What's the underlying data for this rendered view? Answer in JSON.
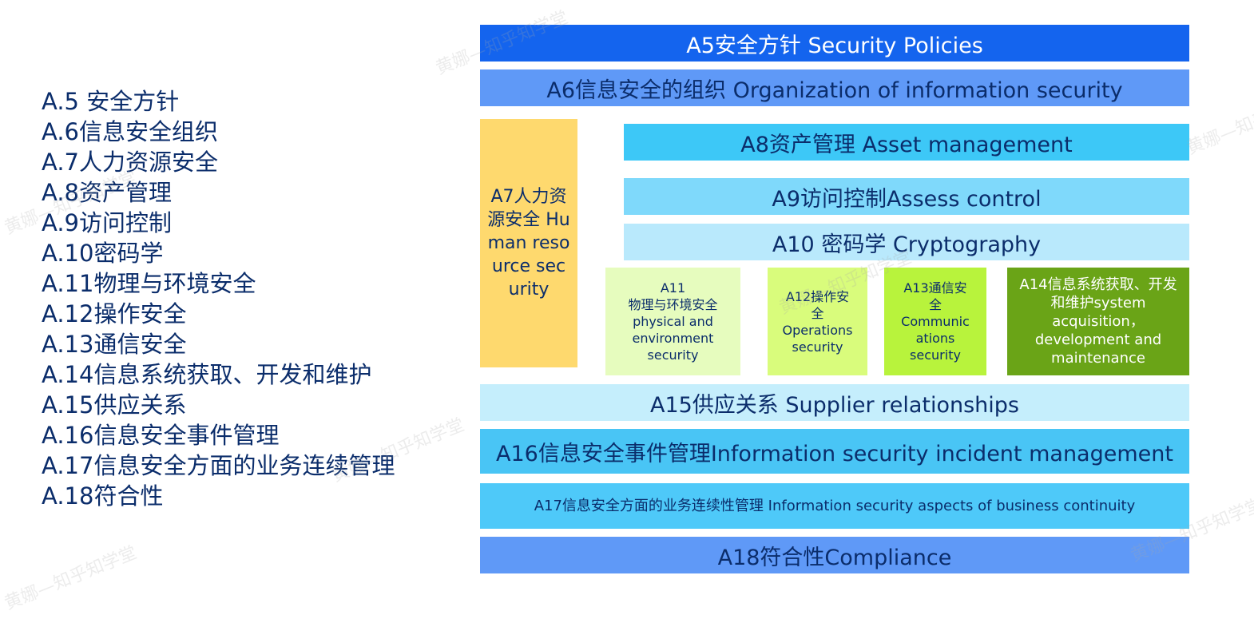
{
  "left_list": [
    "A.5 安全方针",
    "A.6信息安全组织",
    "A.7人力资源安全",
    "A.8资产管理",
    "A.9访问控制",
    "A.10密码学",
    "A.11物理与环境安全",
    "A.12操作安全",
    "A.13通信安全",
    "A.14信息系统获取、开发和维护",
    "A.15供应关系",
    "A.16信息安全事件管理",
    "A.17信息安全方面的业务连续管理",
    "A.18符合性"
  ],
  "diagram": {
    "a5": "A5安全方针 Security Policies",
    "a6": "A6信息安全的组织 Organization of information security",
    "a7": "A7人力资源安全 Human resource security",
    "a8": "A8资产管理 Asset management",
    "a9": "A9访问控制Assess control",
    "a10": "A10 密码学 Cryptography",
    "a11": [
      "A11",
      "物理与环境安全",
      "physical and",
      "environment",
      "security"
    ],
    "a12": [
      "A12操作安",
      "全",
      "Operations",
      "security"
    ],
    "a13": [
      "A13通信安",
      "全",
      "Communic",
      "ations",
      "security"
    ],
    "a14": "A14信息系统获取、开发和维护system acquisition，development and maintenance",
    "a15": "A15供应关系 Supplier relationships",
    "a16": "A16信息安全事件管理Information security incident management",
    "a17": "A17信息安全方面的业务连续性管理 Information security aspects of business continuity",
    "a18": "A18符合性Compliance"
  },
  "watermarks": [
    "黄娜—知乎知学堂",
    "黄娜—知乎知学堂",
    "黄娜—知乎知学堂",
    "黄娜—知乎知学堂",
    "黄娜—知乎知学堂",
    "黄娜—知乎知学堂",
    "黄娜—知乎知学堂"
  ],
  "colors": {
    "a5": "#1464ee",
    "a6": "#5f99f7",
    "a7": "#fed96e",
    "a8": "#3dc8f7",
    "a9": "#7fd9fb",
    "a10": "#b9e9fc",
    "a11": "#e6fcbe",
    "a12": "#d9fc7c",
    "a13": "#b8f33c",
    "a14": "#6aa417",
    "a15": "#c5eefc",
    "a16": "#49c5f5",
    "a17": "#4ec9f9",
    "a18": "#5f99f7"
  }
}
